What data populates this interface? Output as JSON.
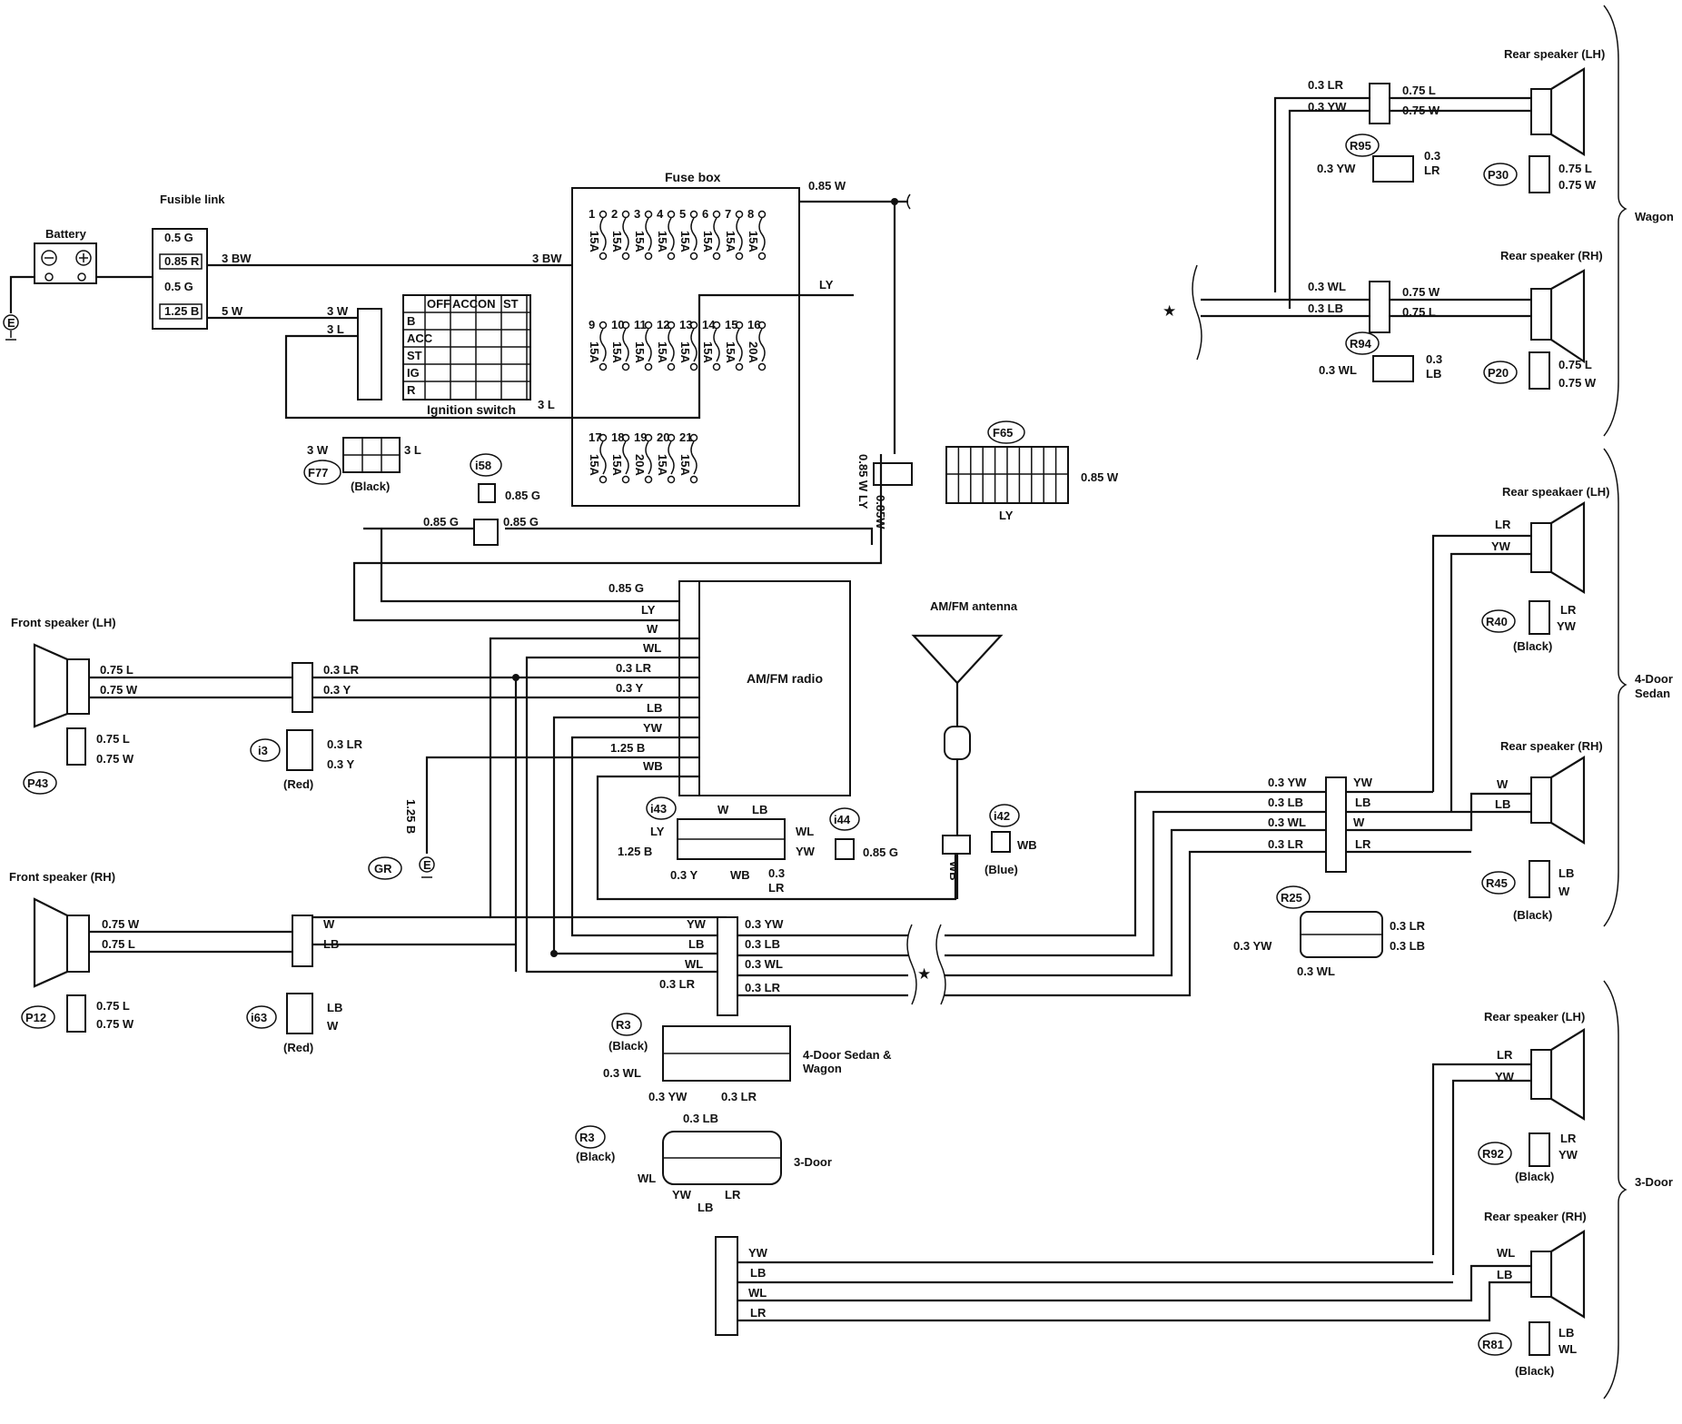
{
  "labels": {
    "battery": "Battery",
    "fusible_link": "Fusible link",
    "fuse_box": "Fuse box",
    "ignition_switch": "Ignition switch",
    "radio": "AM/FM radio",
    "antenna": "AM/FM antenna",
    "front_speaker_lh": "Front speaker (LH)",
    "front_speaker_rh": "Front speaker (RH)",
    "rear_speaker_lh": "Rear speaker (LH)",
    "rear_speaker_rh": "Rear speaker (RH)",
    "rear_speakaer_lh": "Rear speakaer (LH)"
  },
  "groups": {
    "wagon": "Wagon",
    "sedan_line1": "4-Door",
    "sedan_line2": "Sedan",
    "three_door": "3-Door",
    "sedan_wagon_line1": "4-Door Sedan &",
    "sedan_wagon_line2": "Wagon"
  },
  "fusible_link_values": [
    "0.5 G",
    "0.85 R",
    "0.5 G",
    "1.25 B"
  ],
  "ignition": {
    "columns": [
      "OFF",
      "ACC",
      "ON",
      "ST"
    ],
    "rows": [
      "B",
      "ACC",
      "ST",
      "IG",
      "R"
    ]
  },
  "fuses": [
    {
      "num": "1",
      "amp": "15A"
    },
    {
      "num": "2",
      "amp": "15A"
    },
    {
      "num": "3",
      "amp": "15A"
    },
    {
      "num": "4",
      "amp": "15A"
    },
    {
      "num": "5",
      "amp": "15A"
    },
    {
      "num": "6",
      "amp": "15A"
    },
    {
      "num": "7",
      "amp": "15A"
    },
    {
      "num": "8",
      "amp": "15A"
    },
    {
      "num": "9",
      "amp": "15A"
    },
    {
      "num": "10",
      "amp": "15A"
    },
    {
      "num": "11",
      "amp": "15A"
    },
    {
      "num": "12",
      "amp": "15A"
    },
    {
      "num": "13",
      "amp": "15A"
    },
    {
      "num": "14",
      "amp": "15A"
    },
    {
      "num": "15",
      "amp": "15A"
    },
    {
      "num": "16",
      "amp": "20A"
    },
    {
      "num": "17",
      "amp": "15A"
    },
    {
      "num": "18",
      "amp": "15A"
    },
    {
      "num": "19",
      "amp": "20A"
    },
    {
      "num": "20",
      "amp": "15A"
    },
    {
      "num": "21",
      "amp": "15A"
    }
  ],
  "connectors": {
    "F77": "F77",
    "F77_color": "(Black)",
    "i58": "i58",
    "F65": "F65",
    "i43": "i43",
    "i44": "i44",
    "i42": "i42",
    "i42_color": "(Blue)",
    "P43": "P43",
    "i3": "i3",
    "i3_color": "(Red)",
    "P12": "P12",
    "i63": "i63",
    "i63_color": "(Red)",
    "GR": "GR",
    "R3": "R3",
    "R3_color": "(Black)",
    "R95": "R95",
    "P30": "P30",
    "R94": "R94",
    "P20": "P20",
    "R40": "R40",
    "R40_color": "(Black)",
    "R45": "R45",
    "R45_color": "(Black)",
    "R25": "R25",
    "R92": "R92",
    "R92_color": "(Black)",
    "R81": "R81",
    "R81_color": "(Black)"
  },
  "wire_codes": {
    "bw3": "3 BW",
    "w5": "5 W",
    "w3": "3 W",
    "l3": "3 L",
    "w085": "0.85 W",
    "ly": "LY",
    "w085v": "0.85 W",
    "w085v2": "0.85W",
    "g085": "0.85 G",
    "g085b": "0.85 G",
    "g085c": "0.85 G",
    "g085d": "0.85 G",
    "g085e": "0.85 G",
    "ly2": "LY",
    "w": "W",
    "wl": "WL",
    "lr03": "0.3  LR",
    "y03": "0.3  Y",
    "lb": "LB",
    "yw": "YW",
    "b125": "1.25 B",
    "wb": "WB",
    "b125v": "1.25 B",
    "l075": "0.75  L",
    "w075": "0.75  W",
    "lr03f": "0.3  LR",
    "y03f": "0.3  Y",
    "p43_l": "0.75  L",
    "p43_w": "0.75  W",
    "i3_lr": "0.3  LR",
    "i3_y": "0.3  Y",
    "frh_w": "0.75  W",
    "frh_l": "0.75   L",
    "frh_w2": "W",
    "frh_lb": "LB",
    "p12_l": "0.75  L",
    "p12_w": "0.75  W",
    "i63_lb": "LB",
    "i63_w": "W",
    "i43_ly": "LY",
    "i43_w": "W",
    "i43_lb": "LB",
    "i43_wl": "WL",
    "i43_b": "1.25  B",
    "i43_yw": "YW",
    "i43_y": "0.3  Y",
    "i43_wb": "WB",
    "i43_lr1": "0.3",
    "i43_lr2": "LR",
    "i44_g": "0.85  G",
    "i42_wb": "WB",
    "ant_wb": "WB",
    "f65_w": "0.85 W",
    "f65_ly": "LY",
    "f77_w": "3 W",
    "f77_l": "3 L",
    "j_yw": "YW",
    "j_lb": "LB",
    "j_wl": "WL",
    "j_lr": "0.3  LR",
    "j_yw2": "0.3  YW",
    "j_lb2": "0.3  LB",
    "j_wl2": "0.3  WL",
    "j_lr2": "0.3  LR",
    "r3_wl": "0.3  WL",
    "r3_yw": "0.3  YW",
    "r3_lr": "0.3  LR",
    "r3_lb": "0.3  LB",
    "r3b_wl": "WL",
    "r3b_yw": "YW",
    "r3b_lb": "LB",
    "r3b_lr": "LR",
    "wg_lr": "0.3  LR",
    "wg_yw": "0.3  YW",
    "wg_l": "0.75   L",
    "wg_w": "0.75   W",
    "r95_yw": "0.3  YW",
    "r95_03": "0.3",
    "r95_lr": "LR",
    "p30_l": "0.75  L",
    "p30_w": "0.75  W",
    "wg_wl": "0.3  WL",
    "wg_lb": "0.3  LB",
    "wg_w2": "0.75   W",
    "wg_l2": "0.75   L",
    "r94_wl": "0.3  WL",
    "r94_03": "0.3",
    "r94_lb": "LB",
    "p20_l": "0.75  L",
    "p20_w": "0.75  W",
    "sd_lr": "LR",
    "sd_yw": "YW",
    "r40_lr": "LR",
    "r40_yw": "YW",
    "sd_yw1": "0.3  YW",
    "sd_lb1": "0.3  LB",
    "sd_wl1": "0.3  WL",
    "sd_lr1": "0.3  LR",
    "sd_yw2": "YW",
    "sd_lb2": "LB",
    "sd_w2": "W",
    "sd_lr2": "LR",
    "sd_w3": "W",
    "sd_lb3": "LB",
    "r45_lb": "LB",
    "r45_w": "W",
    "r25_lr": "0.3  LR",
    "r25_lb": "0.3  LB",
    "r25_yw": "0.3   YW",
    "r25_wl": "0.3  WL",
    "td_lr": "LR",
    "td_yw": "YW",
    "r92_lr": "LR",
    "r92_yw": "YW",
    "td_yw2": "YW",
    "td_lb2": "LB",
    "td_wl2": "WL",
    "td_lr2": "LR",
    "td_wl3": "WL",
    "td_lb3": "LB",
    "r81_lb": "LB",
    "r81_wl": "WL"
  }
}
